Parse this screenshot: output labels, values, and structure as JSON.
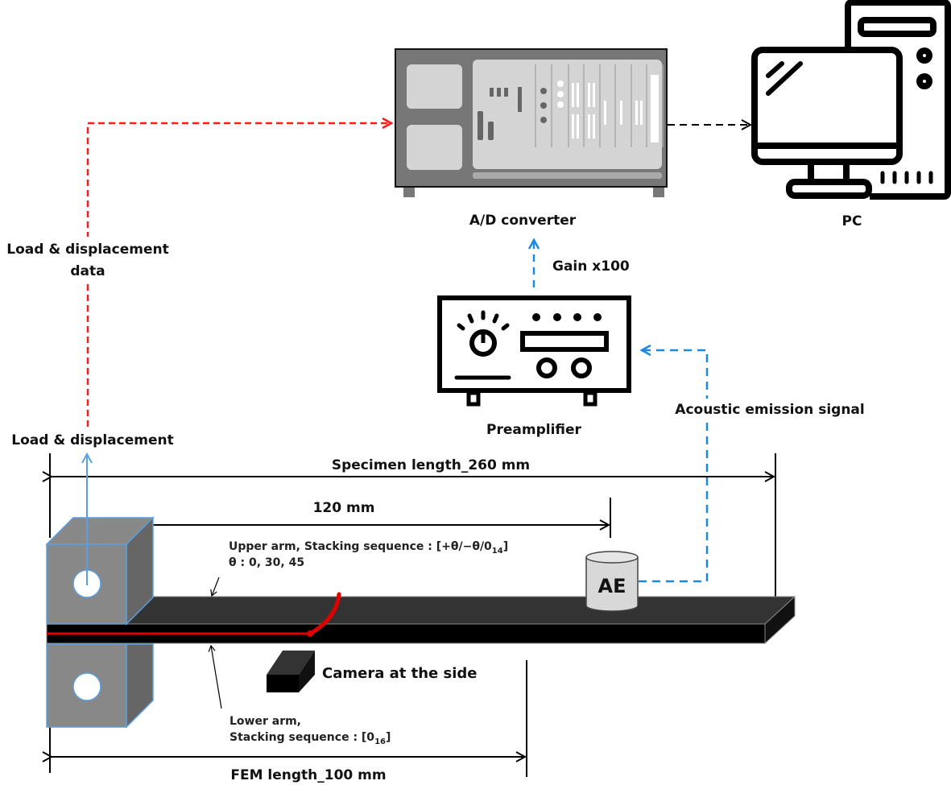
{
  "title": "Experimental setup: DCB specimen with acoustic emission and load/displacement acquisition",
  "colors": {
    "load_path": "#ff1a1a",
    "ae_path": "#1a8ae0",
    "load_arrow": "#5aa0e0",
    "crack": "#e00000",
    "fixture": "#888888",
    "specimen_top": "#333333",
    "specimen_side": "#000000"
  },
  "devices": {
    "ad_converter": {
      "label": "A/D converter"
    },
    "pc": {
      "label": "PC"
    },
    "preamplifier": {
      "label": "Preamplifier",
      "gain_label": "Gain x100"
    },
    "ae_sensor": {
      "label": "AE"
    },
    "camera": {
      "label": "Camera at the side"
    }
  },
  "signals": {
    "load_data": {
      "line1": "Load & displacement",
      "line2": "data"
    },
    "load_source": "Load & displacement",
    "acoustic": "Acoustic emission signal"
  },
  "dimensions": {
    "specimen_length": "Specimen length_260 mm",
    "crack_offset": "120 mm",
    "fem_length": "FEM length_100 mm"
  },
  "annotations": {
    "upper_arm_line1": "Upper arm, Stacking sequence : [+θ/−θ/0",
    "upper_arm_sub": "14",
    "upper_arm_close": "]",
    "upper_arm_line2": "θ : 0, 30, 45",
    "lower_arm_line1": "Lower arm,",
    "lower_arm_line2": "Stacking sequence : [0",
    "lower_arm_sub": "16",
    "lower_arm_close": "]"
  }
}
